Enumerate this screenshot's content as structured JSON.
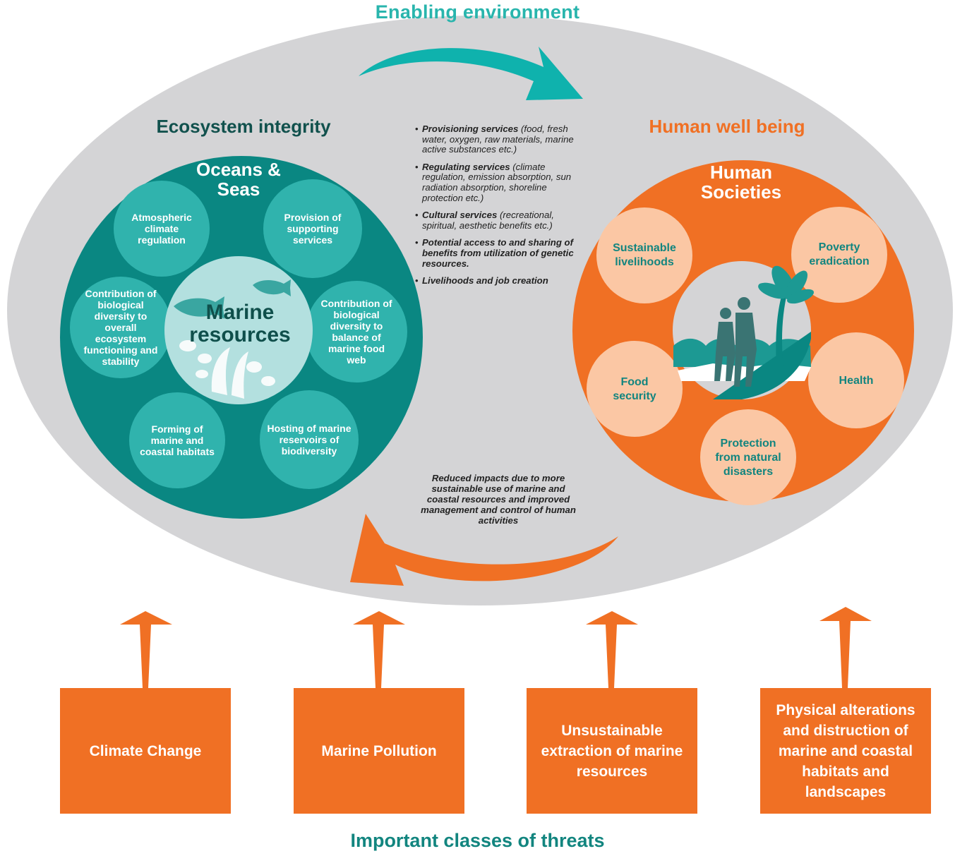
{
  "colors": {
    "teal_dark": "#0a8782",
    "teal_light": "#30b3ad",
    "teal_accent": "#29b5ad",
    "orange": "#f07024",
    "peach": "#fbc7a4",
    "grey_oval": "#d4d4d6"
  },
  "titles": {
    "top": "Enabling  environment",
    "bottom": "Important classes of threats"
  },
  "ecosystem": {
    "title": "Ecosystem integrity",
    "circle_title": "Oceans & Seas",
    "center": "Marine resources",
    "items": [
      "Atmospheric climate regulation",
      "Provision of supporting services",
      "Contribution of biological diversity to overall ecosystem functioning and stability",
      "Contribution of biological diversity to balance of marine food web",
      "Forming of marine and coastal habitats",
      "Hosting of marine reservoirs of biodiversity"
    ]
  },
  "human": {
    "title": "Human well being",
    "circle_title": "Human Societies",
    "items": [
      "Sustainable livelihoods",
      "Poverty eradication",
      "Food security",
      "Health",
      "Protection from natural disasters"
    ]
  },
  "services": [
    {
      "lead": "Provisioning services",
      "rest": " (food, fresh water, oxygen, raw materials, marine active substances etc.)"
    },
    {
      "lead": "Regulating services",
      "rest": " (climate regulation, emission absorption, sun radiation absorption, shoreline protection etc.)"
    },
    {
      "lead": "Cultural services",
      "rest": " (recreational, spiritual, aesthetic benefits etc.)"
    },
    {
      "lead": "Potential access to and sharing of benefits from utilization of genetic resources.",
      "rest": ""
    },
    {
      "lead": "Livelihoods and job creation",
      "rest": ""
    }
  ],
  "feedback": "Reduced impacts due  to more sustainable use of marine and coastal resources and improved management and control of human activities",
  "threats": [
    "Climate Change",
    "Marine Pollution",
    "Unsustainable extraction of marine resources",
    "Physical alterations and distruction of marine and coastal habitats and landscapes"
  ]
}
